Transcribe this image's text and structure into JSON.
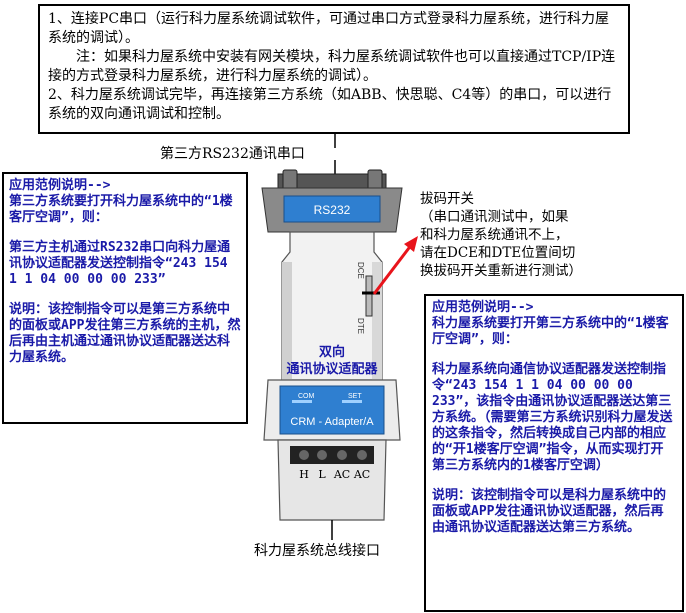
{
  "top_box": {
    "line1": "1、连接PC串口（运行科力屋系统调试软件，可通过串口方式登录科力屋系统，进行科力屋系统的调试）。",
    "line2": "注：如果科力屋系统中安装有网关模块，科力屋系统调试软件也可以直接通过TCP/IP连接的方式登录科力屋系统，进行科力屋系统的调试）。",
    "line3": "2、科力屋系统调试完毕，再连接第三方系统（如ABB、快思聪、C4等）的串口，可以进行系统的双向通讯调试和控制。"
  },
  "labels": {
    "rs232_port": "第三方RS232通讯串口",
    "bus_port": "科力屋系统总线接口"
  },
  "switch_note": {
    "title": "拔码开关",
    "lines": [
      "（串口通讯测试中，如果",
      "和科力屋系统通讯不上，",
      "请在DCE和DTE位置间切",
      "换拔码开关重新进行测试）"
    ]
  },
  "left_box": {
    "p1": "应用范例说明-->\n第三方系统要打开科力屋系统中的“1楼客厅空调”，则：",
    "p2": "第三方主机通过RS232串口向科力屋通讯协议适配器发送控制指令“243 154 1 1 04 00 00 00 233”",
    "p3": "说明：该控制指令可以是第三方系统中的面板或APP发往第三方系统的主机，然后再由主机通过通讯协议适配器送达科力屋系统。"
  },
  "right_box": {
    "p1": "应用范例说明-->\n科力屋系统要打开第三方系统中的“1楼客厅空调”，则：",
    "p2": "科力屋系统向通信协议适配器发送控制指令“243 154 1 1 04 00 00 00 233”，该指令由通讯协议适配器送达第三方系统。（需要第三方系统识别科力屋发送的这条指令，然后转换成自己内部的相应的“开1楼客厅空调”指令，从而实现打开第三方系统内的1楼客厅空调）",
    "p3": "说明：该控制指令可以是科力屋系统中的面板或APP发往通讯协议适配器，然后再由通讯协议适配器送达第三方系统。"
  },
  "device": {
    "connector_label": "RS232",
    "dce": "DCE",
    "dte": "DTE",
    "title_line1": "双向",
    "title_line2": "通讯协议适配器",
    "com": "COM",
    "set": "SET",
    "model": "CRM - Adapter/A",
    "terminals": [
      "H",
      "L",
      "AC",
      "AC"
    ]
  },
  "colors": {
    "text_blue": "#1a1aa8",
    "device_blue": "#2f7fd0",
    "arrow_red": "#e8141b"
  }
}
